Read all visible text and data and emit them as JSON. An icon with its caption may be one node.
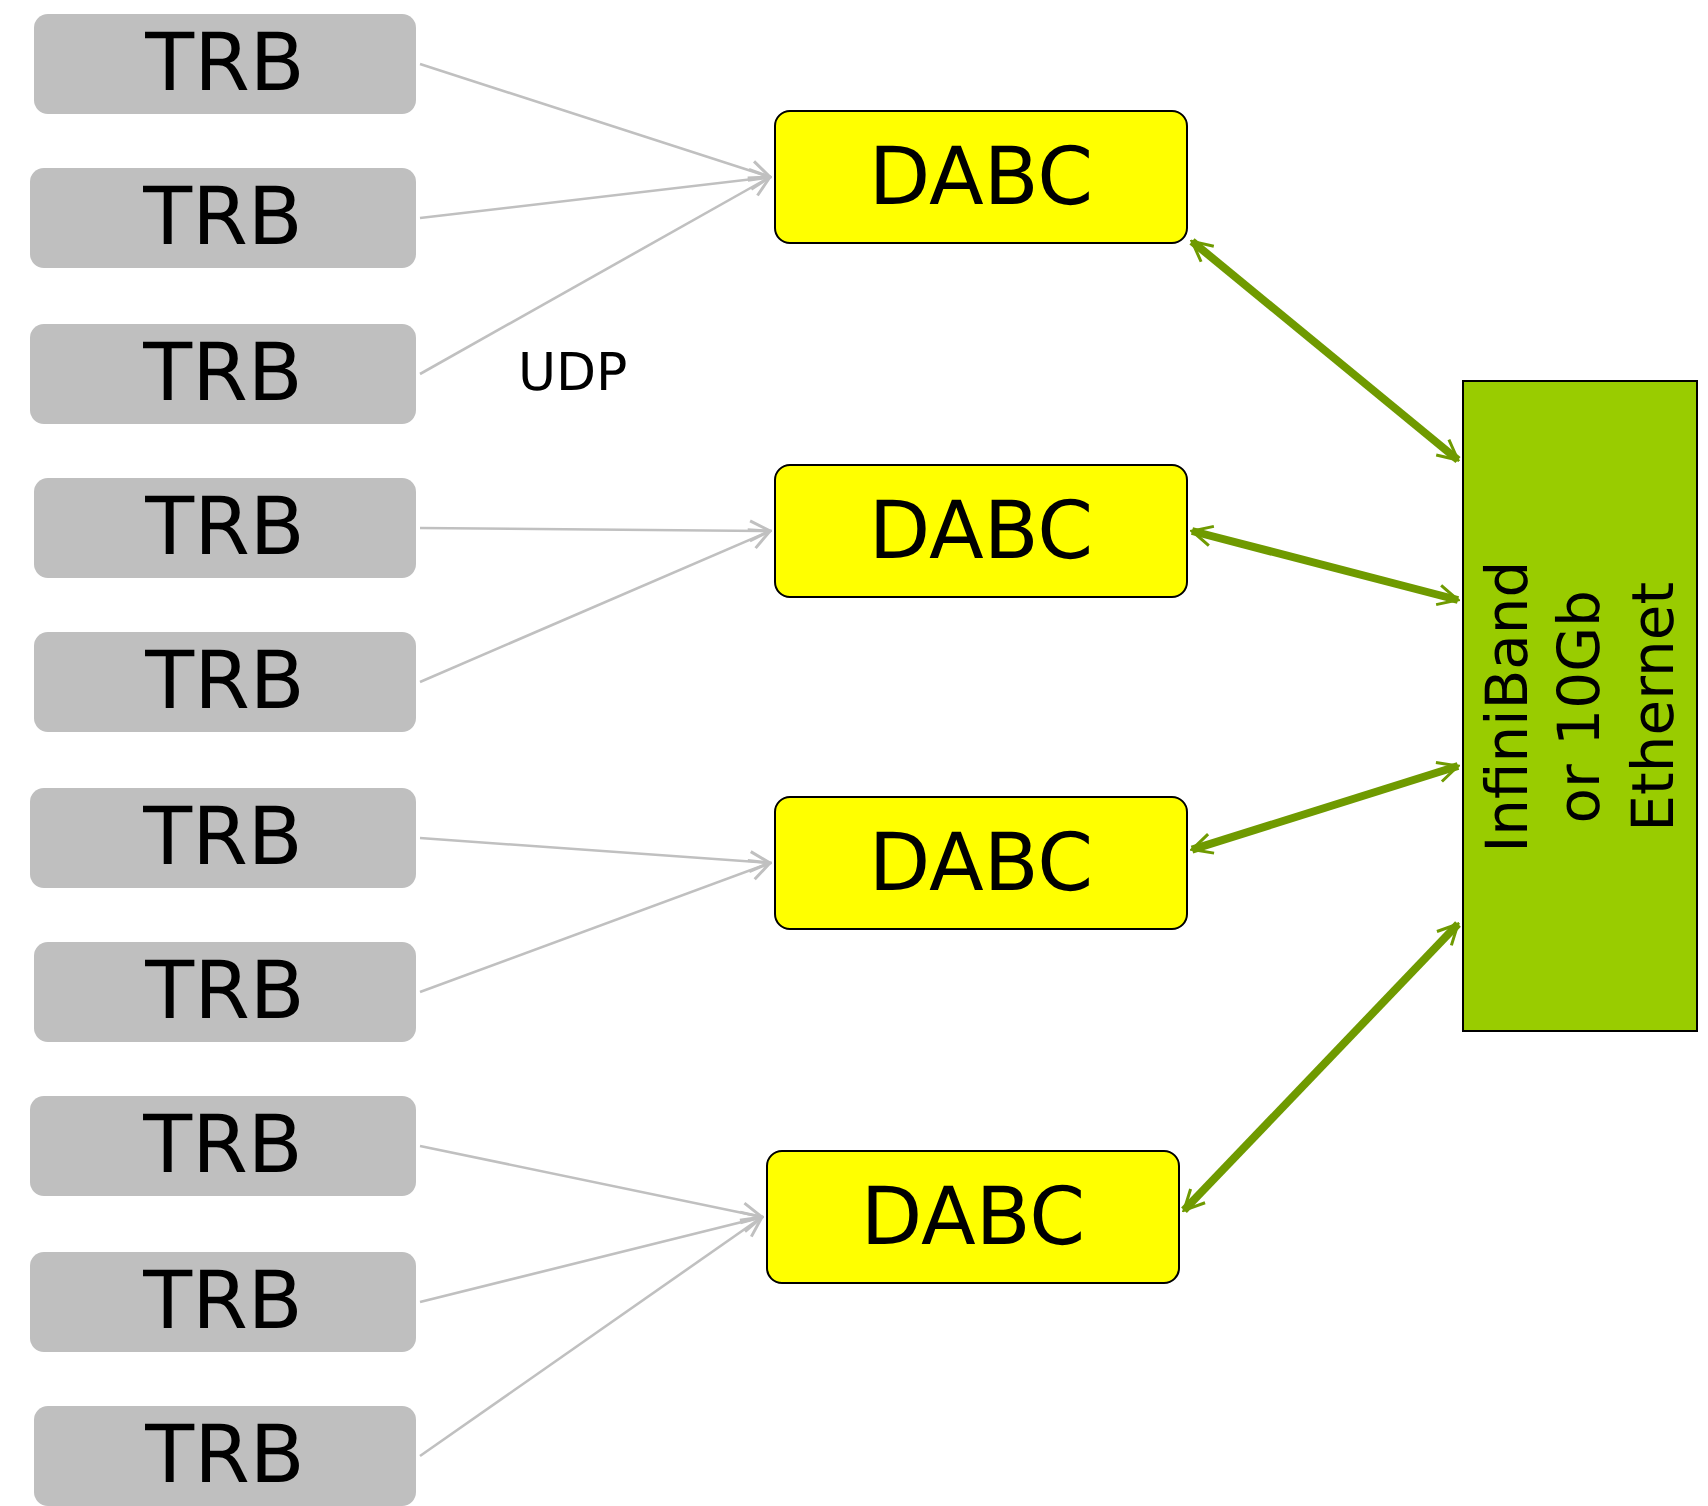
{
  "diagram": {
    "nodes": [
      {
        "text": [
          "TRB"
        ]
      },
      {
        "text": [
          "TRB"
        ]
      },
      {
        "text": [
          "TRB"
        ]
      },
      {
        "text": [
          "TRB"
        ]
      },
      {
        "text": [
          "TRB"
        ]
      },
      {
        "text": [
          "TRB"
        ]
      },
      {
        "text": [
          "TRB"
        ]
      },
      {
        "text": [
          "TRB"
        ]
      },
      {
        "text": [
          "TRB"
        ]
      },
      {
        "text": [
          "TRB"
        ]
      },
      {
        "text": [
          "DABC"
        ]
      },
      {
        "text": [
          "DABC"
        ]
      },
      {
        "text": [
          "DABC"
        ]
      },
      {
        "text": [
          "DABC"
        ]
      },
      {
        "text": [
          "InfiniBand or 10Gb Ethernet"
        ]
      }
    ],
    "edges": [
      {
        "from": 0,
        "to": 10,
        "arrow": "to"
      },
      {
        "from": 1,
        "to": 10,
        "arrow": "to"
      },
      {
        "from": 2,
        "to": 10,
        "arrow": "to"
      },
      {
        "from": 3,
        "to": 11,
        "arrow": "to"
      },
      {
        "from": 4,
        "to": 11,
        "arrow": "to"
      },
      {
        "from": 5,
        "to": 12,
        "arrow": "to"
      },
      {
        "from": 6,
        "to": 12,
        "arrow": "to"
      },
      {
        "from": 7,
        "to": 13,
        "arrow": "to"
      },
      {
        "from": 8,
        "to": 13,
        "arrow": "to"
      },
      {
        "from": 9,
        "to": 13,
        "arrow": "to"
      },
      {
        "from": 10,
        "to": 14,
        "arrow": "both",
        "style": "thick",
        "color": "#6f9a00"
      },
      {
        "from": 11,
        "to": 14,
        "arrow": "both",
        "style": "thick",
        "color": "#6f9a00"
      },
      {
        "from": 12,
        "to": 14,
        "arrow": "both",
        "style": "thick",
        "color": "#6f9a00"
      },
      {
        "from": 13,
        "to": 14,
        "arrow": "both",
        "style": "thick",
        "color": "#6f9a00"
      }
    ],
    "labels": [
      "UDP"
    ]
  }
}
